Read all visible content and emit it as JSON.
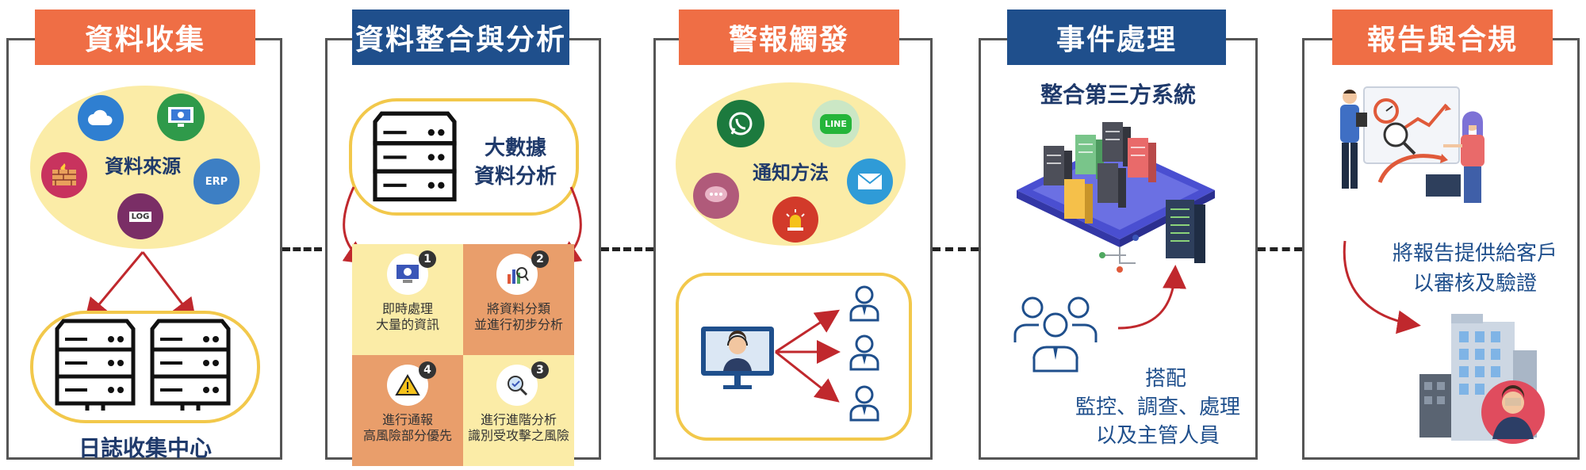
{
  "stages": [
    {
      "title": "資料收集"
    },
    {
      "title": "資料整合與分析"
    },
    {
      "title": "警報觸發"
    },
    {
      "title": "事件處理"
    },
    {
      "title": "報告與合規"
    }
  ],
  "collection": {
    "source_label": "資料來源",
    "log_tag": "LOG",
    "erp_tag": "ERP",
    "center_label": "日誌收集中心"
  },
  "analysis": {
    "bigdata_label_line1": "大數據",
    "bigdata_label_line2": "資料分析",
    "steps": [
      {
        "num": "1",
        "line1": "即時處理",
        "line2": "大量的資訊"
      },
      {
        "num": "2",
        "line1": "將資料分類",
        "line2": "並進行初步分析"
      },
      {
        "num": "3",
        "line1": "進行進階分析",
        "line2": "識別受攻擊之風險"
      },
      {
        "num": "4",
        "line1": "進行通報",
        "line2": "高風險部分優先"
      }
    ]
  },
  "alert": {
    "notify_label": "通知方法",
    "line_tag": "LINE"
  },
  "incident": {
    "integration_label": "整合第三方系統",
    "staff_line1": "搭配",
    "staff_line2": "監控、調查、處理",
    "staff_line3": "以及主管人員"
  },
  "report": {
    "line1": "將報告提供給客戶",
    "line2": "以審核及驗證"
  },
  "colors": {
    "orange_title": "#ef6e45",
    "blue_title": "#1f4f8c",
    "ellipse_fill": "#fbeca7",
    "highlight_border": "#f2c84b",
    "arrow_red": "#c0282d"
  }
}
